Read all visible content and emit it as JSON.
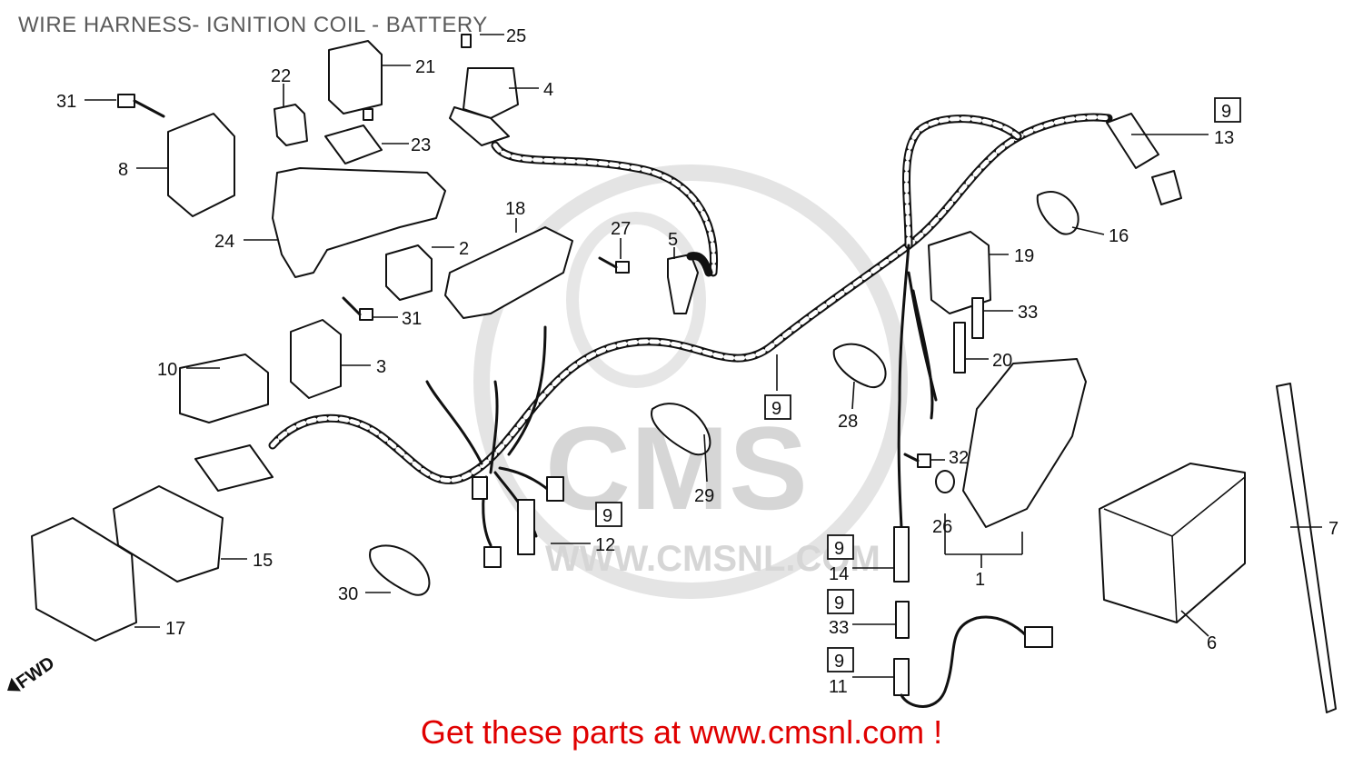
{
  "title": "WIRE HARNESS- IGNITION COIL - BATTERY",
  "footer": "Get these parts at www.cmsnl.com !",
  "watermark": {
    "main": "CMS",
    "url": "WWW.CMSNL.COM"
  },
  "direction": "FWD",
  "callouts": {
    "p1": "1",
    "p2": "2",
    "p3": "3",
    "p4": "4",
    "p5": "5",
    "p6": "6",
    "p7": "7",
    "p8": "8",
    "p10": "10",
    "p11": "11",
    "p12": "12",
    "p13": "13",
    "p14": "14",
    "p15": "15",
    "p16": "16",
    "p17": "17",
    "p18": "18",
    "p19": "19",
    "p20": "20",
    "p21": "21",
    "p22": "22",
    "p23": "23",
    "p24": "24",
    "p25": "25",
    "p26": "26",
    "p27": "27",
    "p28": "28",
    "p29": "29",
    "p30": "30",
    "p31a": "31",
    "p31b": "31",
    "p32": "32",
    "p33a": "33",
    "p33b": "33"
  },
  "ref_boxes": {
    "r1": "9",
    "r2": "9",
    "r3": "9",
    "r4": "9",
    "r5": "9",
    "r6": "9"
  },
  "colors": {
    "footer_text": "#e00000",
    "title_text": "#5a5a5a",
    "line_art": "#111111",
    "watermark": "#d6d6d6"
  }
}
